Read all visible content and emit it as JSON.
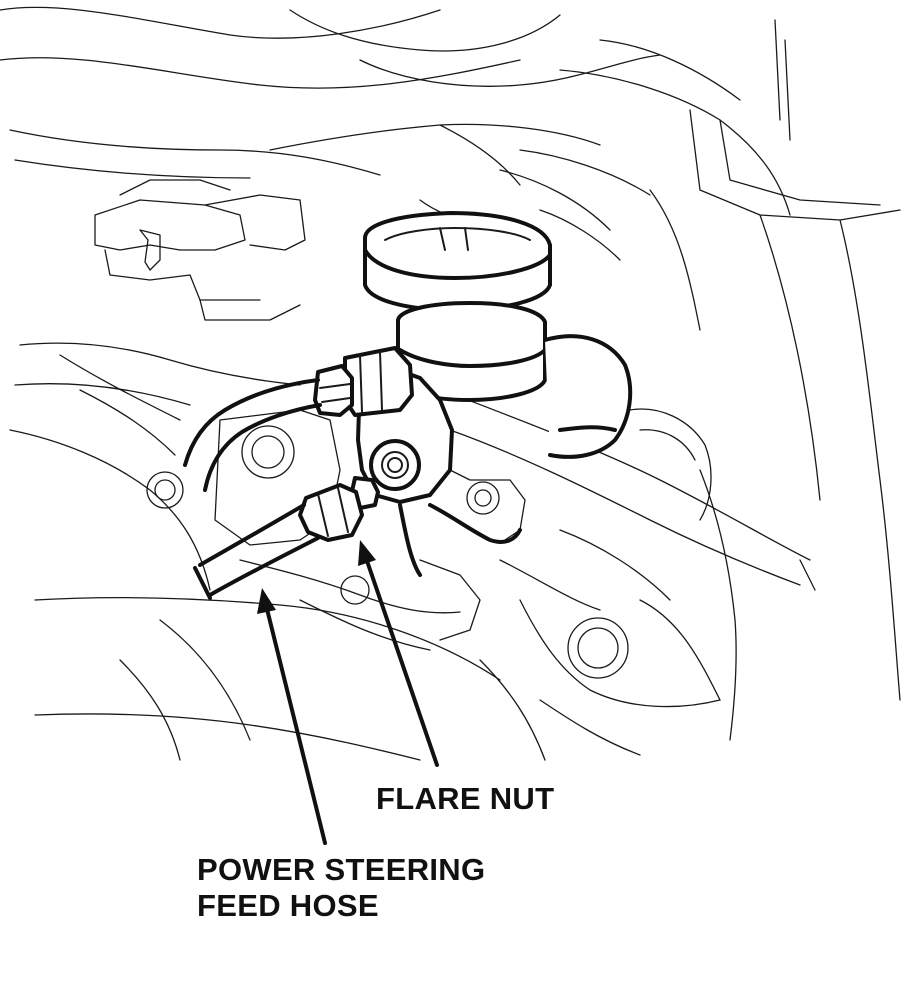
{
  "callouts": {
    "flare_nut": "FLARE NUT",
    "hose_line1": "POWER STEERING",
    "hose_line2": "FEED HOSE"
  },
  "colors": {
    "ink": "#111111",
    "background": "#ffffff"
  }
}
